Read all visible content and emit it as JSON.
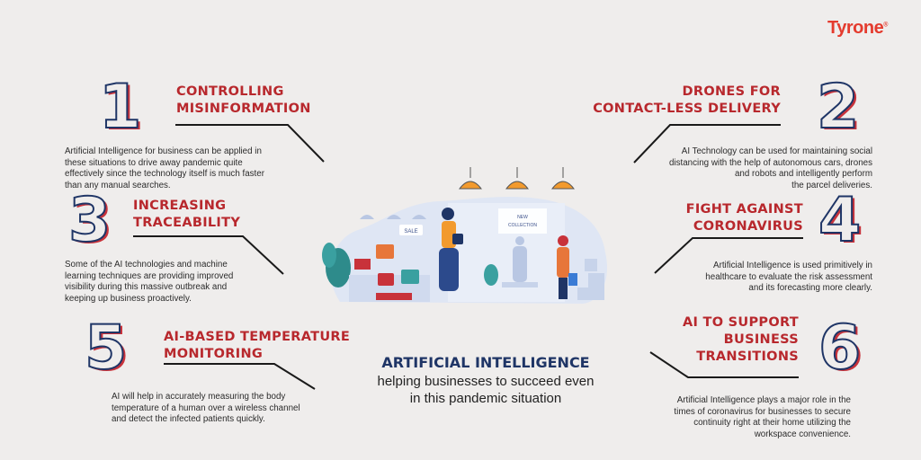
{
  "logo": {
    "text": "Tyrone",
    "mark": "®"
  },
  "items": [
    {
      "num": "1",
      "title_l1": "CONTROLLING",
      "title_l2": "MISINFORMATION",
      "text": [
        "Artificial Intelligence for business can be applied in",
        "these situations to drive away pandemic quite",
        "effectively since the technology itself is much faster",
        "than any manual searches."
      ]
    },
    {
      "num": "2",
      "title_l1": "DRONES FOR",
      "title_l2": "CONTACT-LESS DELIVERY",
      "text": [
        "AI Technology can be used for maintaining social",
        "distancing with the help of autonomous cars, drones",
        "and robots and intelligently perform",
        "the parcel deliveries."
      ]
    },
    {
      "num": "3",
      "title_l1": "INCREASING",
      "title_l2": "TRACEABILITY",
      "text": [
        "Some of the AI technologies and machine",
        "learning techniques are providing improved",
        "visibility during this massive outbreak and",
        "keeping up business proactively."
      ]
    },
    {
      "num": "4",
      "title_l1": "FIGHT AGAINST",
      "title_l2": "CORONAVIRUS",
      "text": [
        "Artificial Intelligence is used primitively in",
        "healthcare to evaluate the risk assessment",
        "and its forecasting more clearly."
      ]
    },
    {
      "num": "5",
      "title_l1": "AI-BASED TEMPERATURE",
      "title_l2": "MONITORING",
      "text": [
        "AI will help in accurately measuring the body",
        "temperature of a human over a wireless channel",
        "and detect the infected patients quickly."
      ]
    },
    {
      "num": "6",
      "title_l1": "AI TO SUPPORT",
      "title_l2": "BUSINESS",
      "title_l3": "TRANSITIONS",
      "text": [
        "Artificial Intelligence plays a major role in the",
        "times of coronavirus for businesses to secure",
        "continuity right at their home utilizing the",
        "workspace convenience."
      ]
    }
  ],
  "center": {
    "title": "ARTIFICIAL INTELLIGENCE",
    "sub_l1": "helping businesses to succeed even",
    "sub_l2": "in this pandemic situation"
  },
  "illustration": {
    "sale_tag": "SALE",
    "poster_l1": "NEW",
    "poster_l2": "COLLECTION"
  },
  "colors": {
    "red": "#b8282d",
    "navy": "#1f3566",
    "bg": "#efedec",
    "brand": "#e43b2e"
  }
}
